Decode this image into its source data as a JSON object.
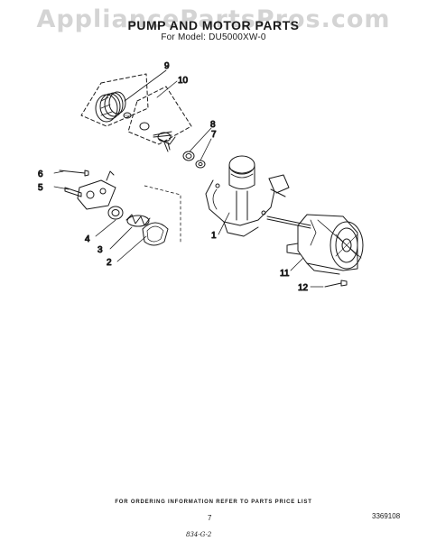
{
  "watermark": "AppliancePartsPros.com",
  "title": "PUMP AND MOTOR PARTS",
  "subtitle": "For Model: DU5000XW-0",
  "callouts": {
    "c1": "1",
    "c2": "2",
    "c3": "3",
    "c4": "4",
    "c5": "5",
    "c6": "6",
    "c7": "7",
    "c8": "8",
    "c9": "9",
    "c10": "10",
    "c11": "11",
    "c12": "12"
  },
  "footer": {
    "ordering_note": "FOR ORDERING INFORMATION REFER TO PARTS PRICE LIST",
    "page_number": "7",
    "catalog_number": "3369108",
    "revision": "834-G-2"
  }
}
